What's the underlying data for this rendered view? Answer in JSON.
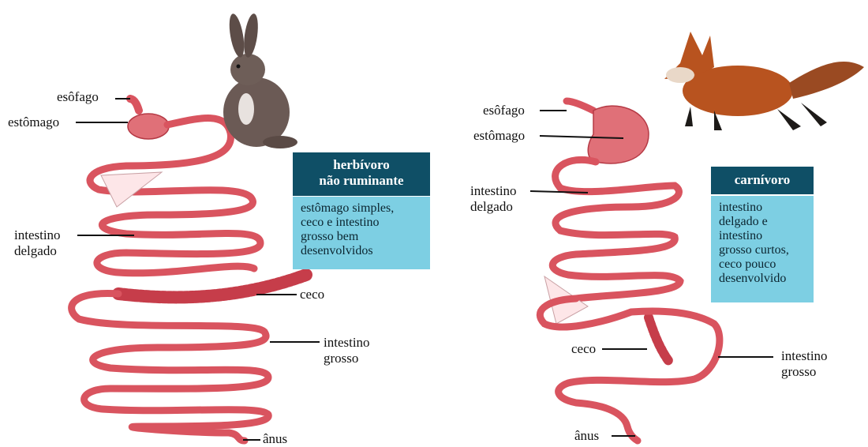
{
  "herbivore": {
    "title": "herbívoro\nnão ruminante",
    "description": "estômago simples,\nceco e intestino\ngrosso bem\ndesenvolvidos",
    "labels": {
      "esophagus": "esôfago",
      "stomach": "estômago",
      "small_intestine": "intestino\ndelgado",
      "cecum": "ceco",
      "large_intestine": "intestino\ngrosso",
      "anus": "ânus"
    }
  },
  "carnivore": {
    "title": "carnívoro",
    "description": "intestino\ndelgado e\nintestino\ngrosso curtos,\nceco pouco\ndesenvolvido",
    "labels": {
      "esophagus": "esôfago",
      "stomach": "estômago",
      "small_intestine": "intestino\ndelgado",
      "cecum": "ceco",
      "large_intestine": "intestino\ngrosso",
      "anus": "ânus"
    }
  },
  "colors": {
    "gut": "#d9545f",
    "gut_light": "#f09aa0",
    "title_box": "#0f4f66",
    "desc_box": "#7dcfe3",
    "rabbit": "#6b5a55",
    "fox": "#b8531f"
  }
}
